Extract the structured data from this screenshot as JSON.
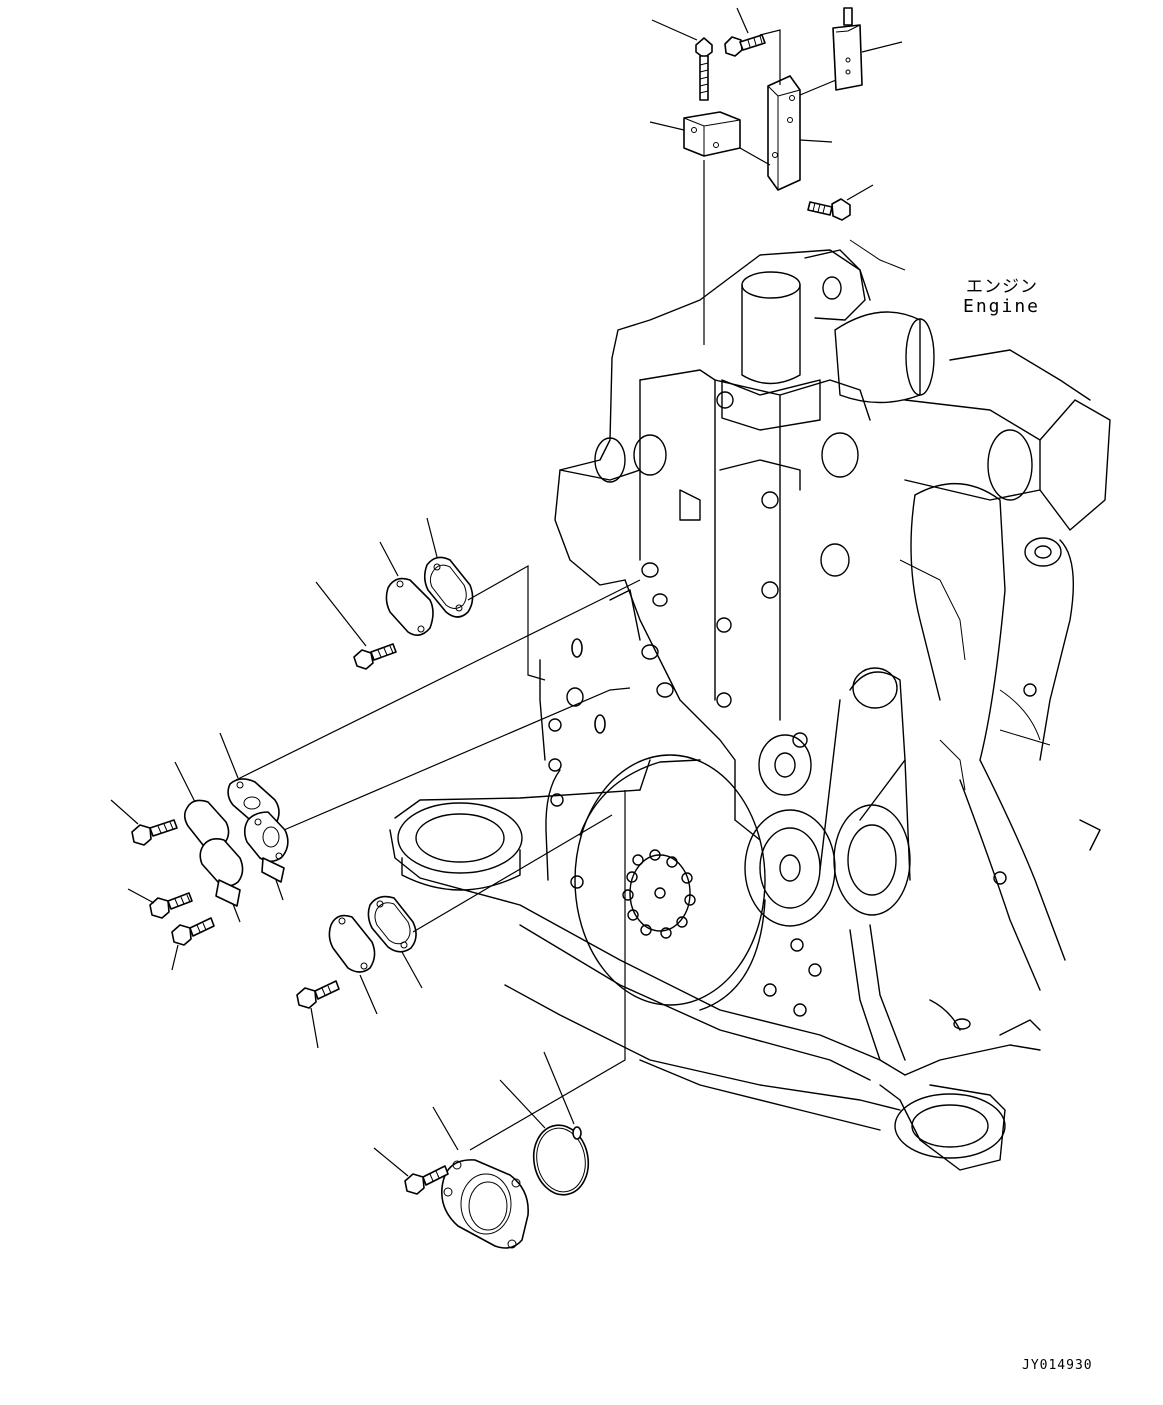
{
  "labels": {
    "engine_jp": "エンジン",
    "engine_en": "Engine",
    "drawing_code": "JY014930"
  }
}
